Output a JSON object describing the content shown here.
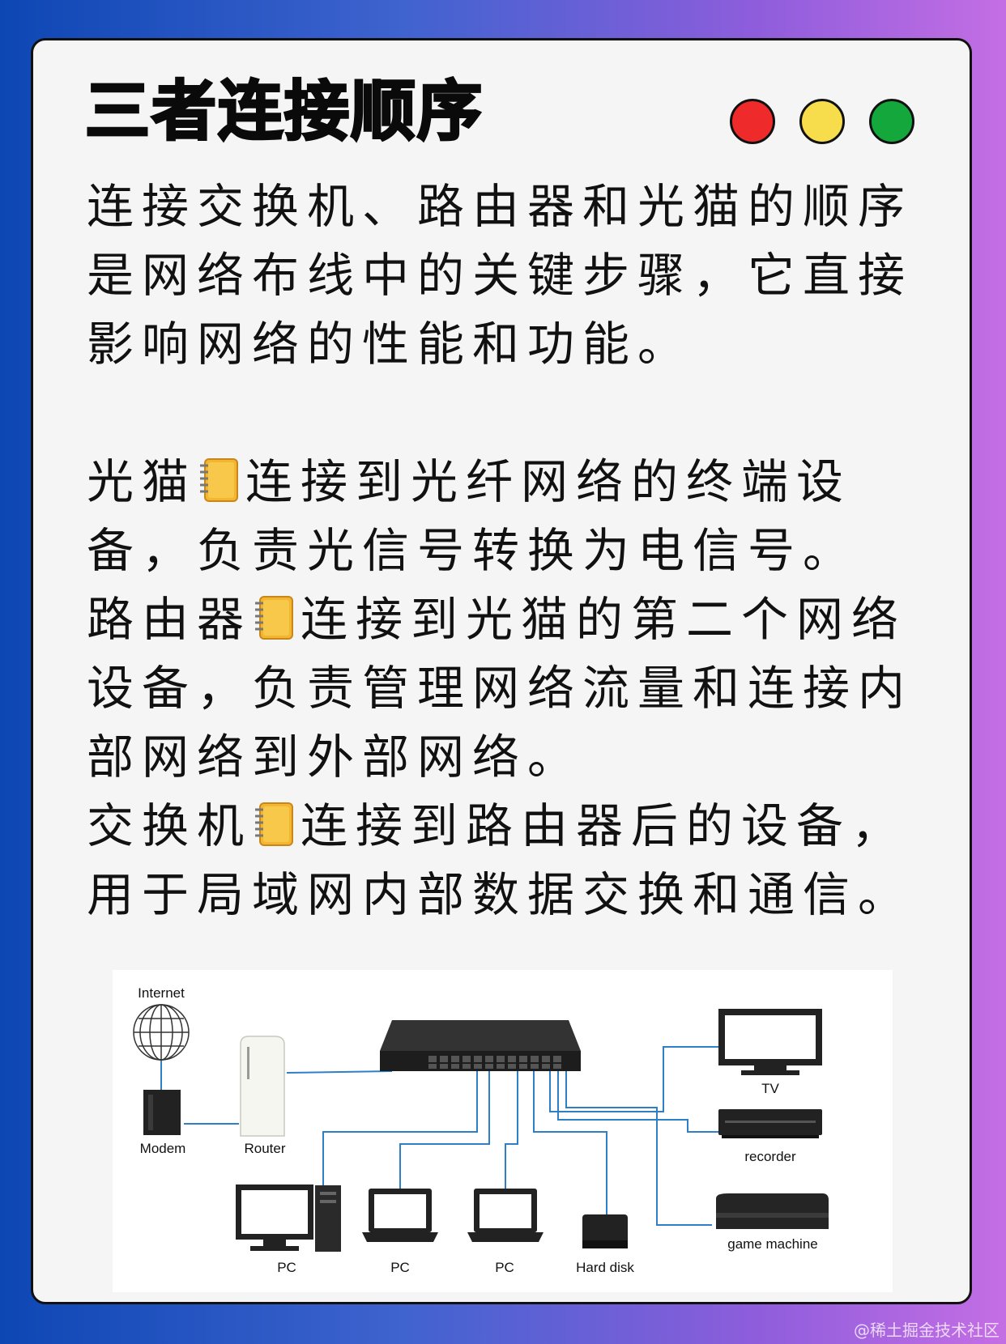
{
  "title": "三者连接顺序",
  "window_dots": [
    {
      "name": "red-dot",
      "color": "#ee2a2a"
    },
    {
      "name": "yellow-dot",
      "color": "#f7dc4c"
    },
    {
      "name": "green-dot",
      "color": "#14a83c"
    }
  ],
  "intro": {
    "lines": [
      "连接交换机、路由器和光猫的顺序",
      "是网络布线中的关键步骤，它直接",
      "影响网络的性能和功能。"
    ]
  },
  "items": [
    {
      "term": "光猫",
      "icon": "notebook-icon",
      "lines": [
        "连接到光纤网络的终端设",
        "备，负责光信号转换为电信号。"
      ]
    },
    {
      "term": "路由器",
      "icon": "notebook-icon",
      "lines": [
        "连接到光猫的第二个网络",
        "设备，负责管理网络流量和连接内",
        "部网络到外部网络。"
      ]
    },
    {
      "term": "交换机",
      "icon": "notebook-icon",
      "lines": [
        "连接到路由器后的设备，",
        "用于局域网内部数据交换和通信。"
      ]
    }
  ],
  "diagram": {
    "labels": {
      "internet": "Internet",
      "modem": "Modem",
      "router": "Router",
      "tv": "TV",
      "recorder": "recorder",
      "game": "game machine",
      "pc1": "PC",
      "pc2": "PC",
      "pc3": "PC",
      "hdd": "Hard disk"
    },
    "line_color": "#2f7fc7"
  },
  "watermark": "@稀土掘金技术社区"
}
